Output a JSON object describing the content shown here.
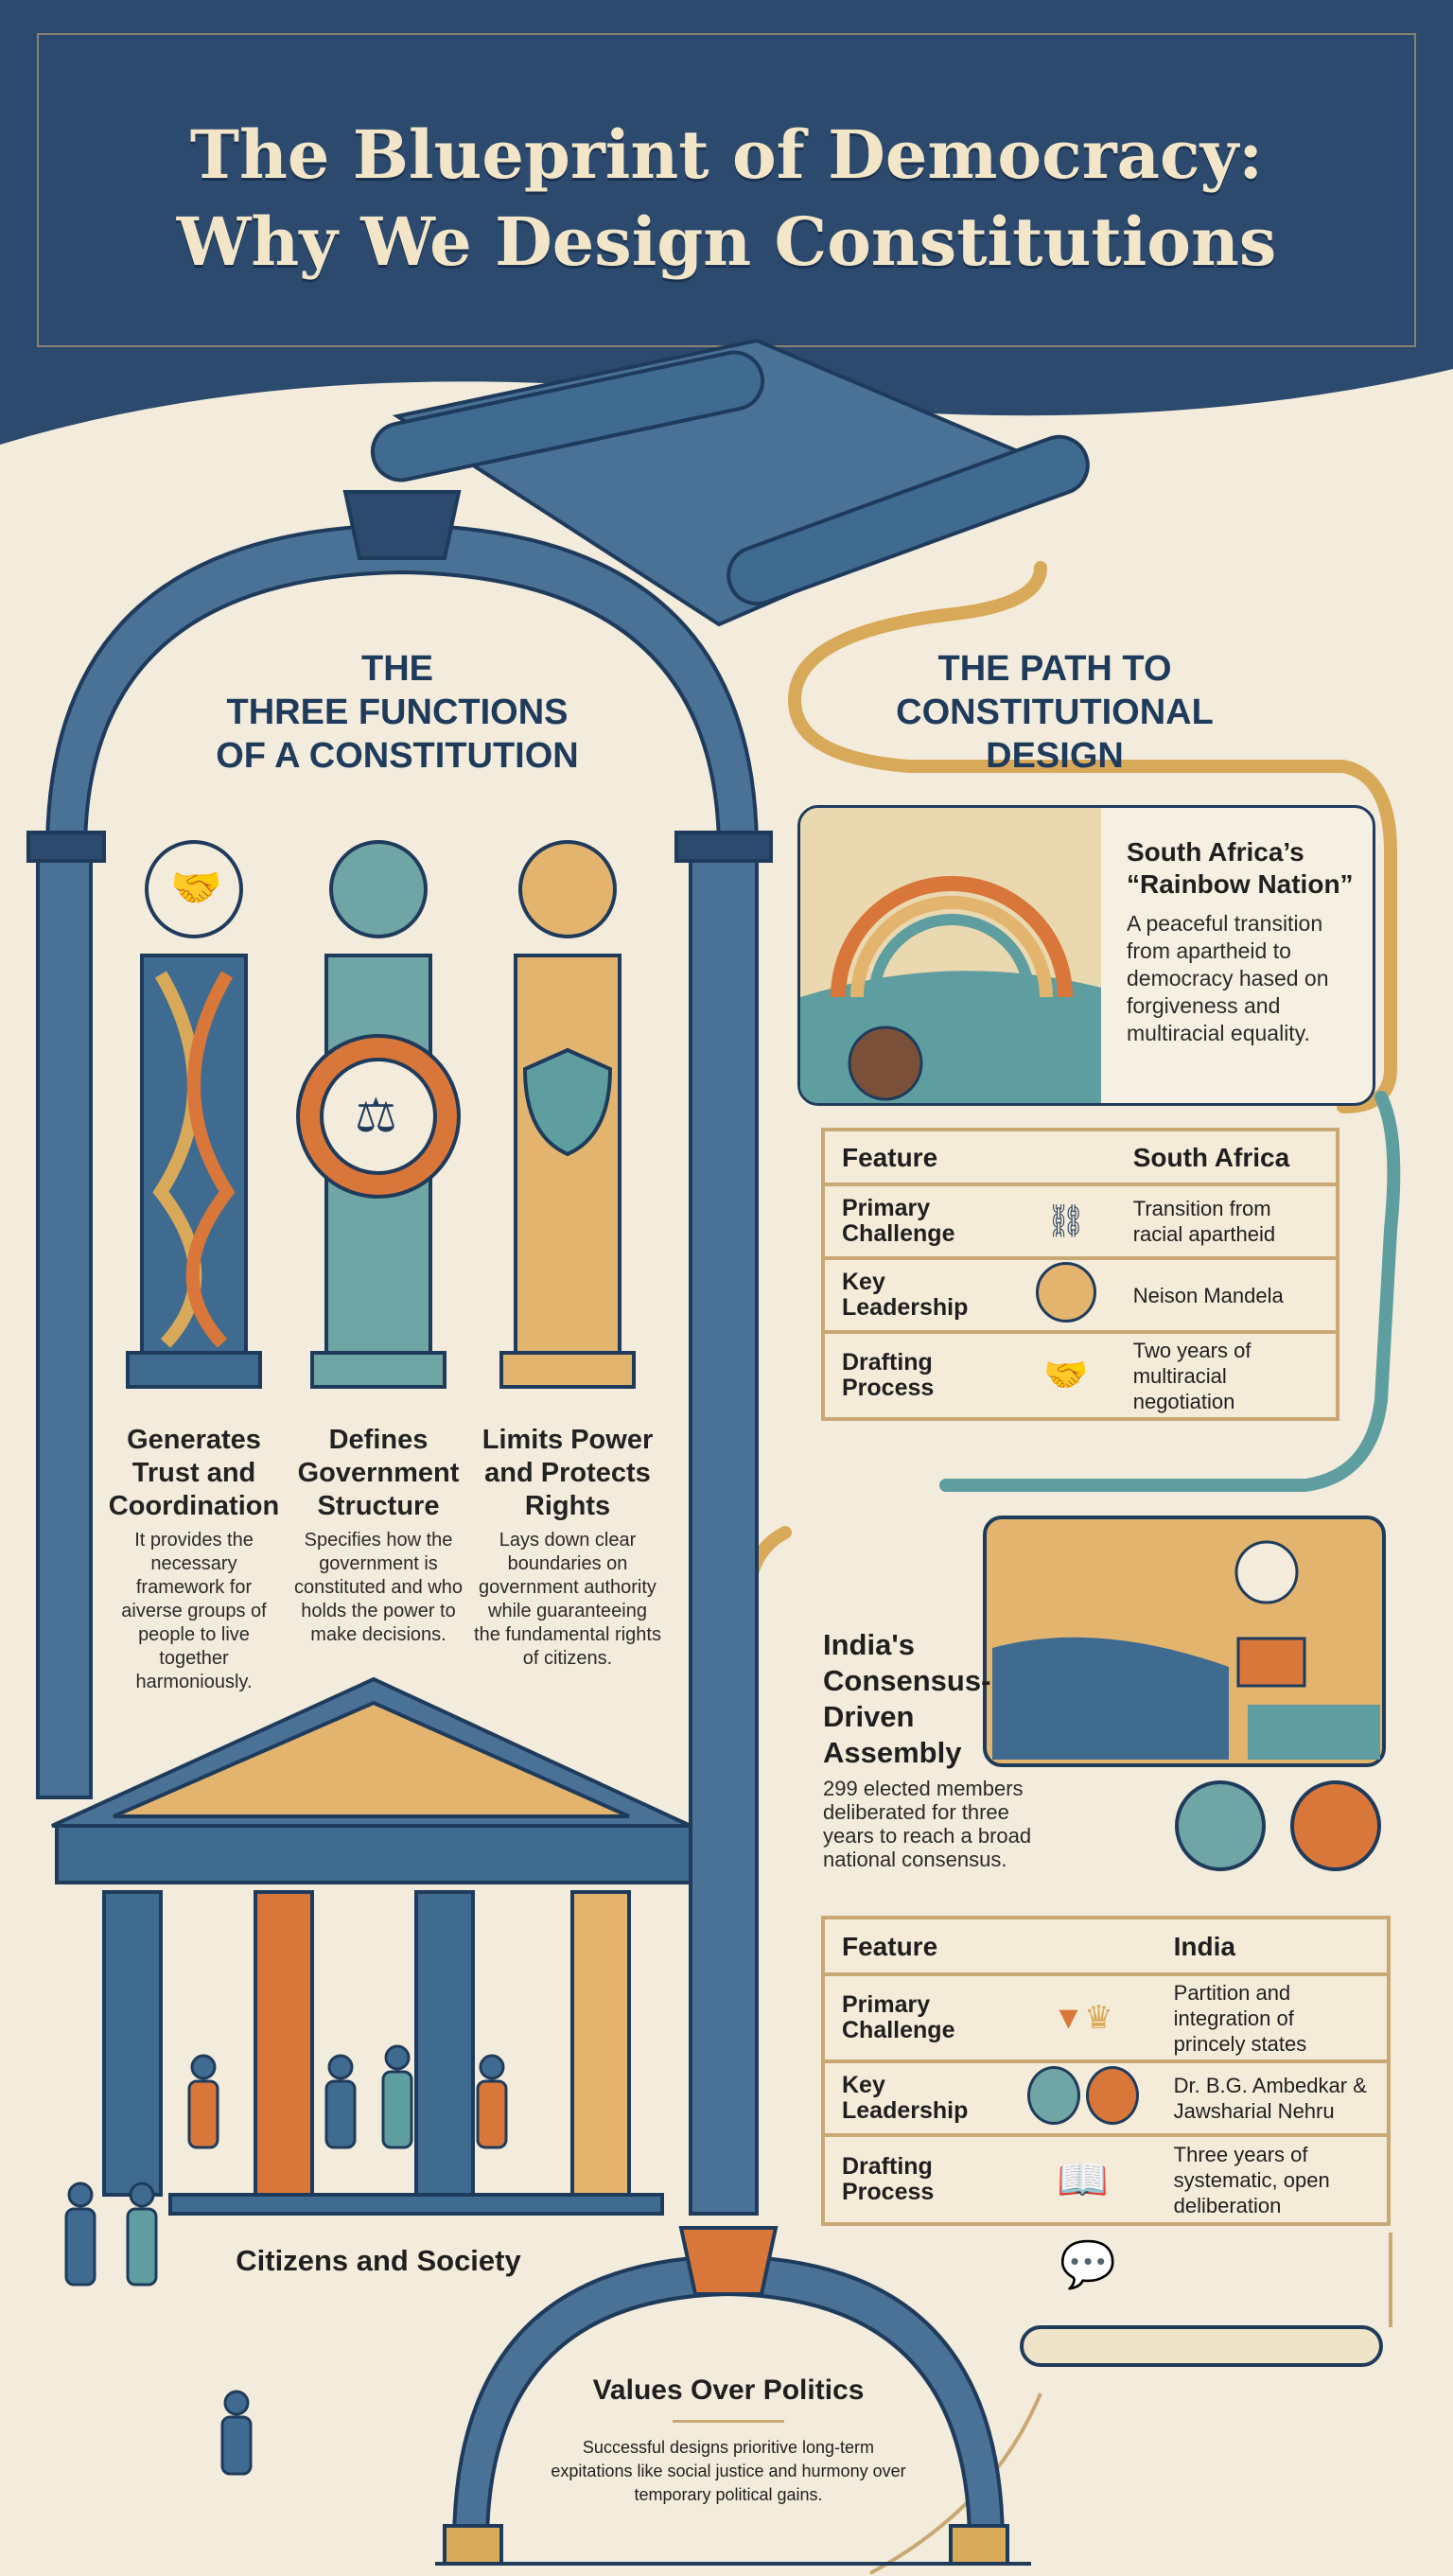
{
  "header": {
    "title_line1": "The Blueprint of Democracy:",
    "title_line2": "Why We Design Constitutions"
  },
  "colors": {
    "navy": "#2c4a6e",
    "teal": "#5e9ea0",
    "orange": "#d9763a",
    "tan": "#d9a95a",
    "cream": "#f3ecdc"
  },
  "functions": {
    "heading_line1": "THE",
    "heading_line2": "THREE FUNCTIONS",
    "heading_line3": "OF A CONSTITUTION",
    "items": [
      {
        "title": "Generates Trust and Coordination",
        "description": "It provides the necessary framework for aiverse groups of people to live together harmoniously.",
        "icon": "handshake-icon"
      },
      {
        "title": "Defines Government Structure",
        "description": "Specifies how the government is constituted and who holds the power to make decisions.",
        "icon": "capitol-building-icon"
      },
      {
        "title": "Limits Power and Protects Rights",
        "description": "Lays down clear boundaries on government authority while guaranteeing the fundamental rights of citizens.",
        "icon": "shield-person-icon"
      }
    ]
  },
  "society": {
    "label": "Citizens and Society"
  },
  "values": {
    "title": "Values Over Politics",
    "description": "Successful designs prioritive long-term expitations like social justice and hurmony over temporary political gains."
  },
  "path": {
    "heading_line1": "THE PATH TO",
    "heading_line2": "CONSTITUTIONAL DESIGN"
  },
  "south_africa": {
    "title_line1": "South Africa’s",
    "title_line2": "“Rainbow Nation”",
    "description": "A peaceful transition from apartheid to democracy hased on forgiveness and multiracial equality.",
    "table": {
      "header": [
        "Feature",
        "South Africa"
      ],
      "rows": [
        {
          "feature": "Primary Challenge",
          "icon": "broken-chain-icon",
          "value": "Transition from racial apartheid"
        },
        {
          "feature": "Key Leadership",
          "icon": "portrait-icon",
          "value": "Neison Mandela"
        },
        {
          "feature": "Drafting Process",
          "icon": "handshake-people-icon",
          "value": "Two years of multiracial negotiation"
        }
      ]
    }
  },
  "india": {
    "title": "India's Consensus-Driven Assembly",
    "description": "299 elected members deliberated for three years to reach a broad national consensus.",
    "table": {
      "header": [
        "Feature",
        "India"
      ],
      "rows": [
        {
          "feature": "Primary Challenge",
          "icon": "india-map-crown-icon",
          "value": "Partition and integration of princely states"
        },
        {
          "feature": "Key Leadership",
          "icon": "portraits-icon",
          "value": "Dr. B.G. Ambedkar & Jawsharial Nehru"
        },
        {
          "feature": "Drafting Process",
          "icon": "open-book-icon",
          "value": "Three years of systematic, open deliberation"
        }
      ]
    }
  }
}
